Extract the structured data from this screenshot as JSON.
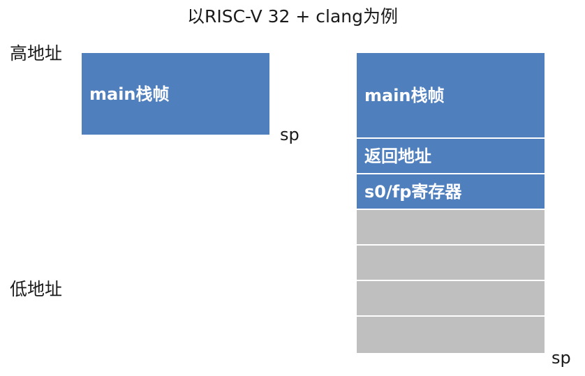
{
  "title": "以RISC-V 32 + clang为例",
  "labels": {
    "high_address": "高地址",
    "low_address": "低地址"
  },
  "left_stack": {
    "blocks": [
      {
        "label": "main栈帧",
        "color": "#4f7fbd"
      }
    ],
    "sp_label": "sp"
  },
  "right_stack": {
    "blocks": [
      {
        "label": "main栈帧",
        "color": "#4f7fbd"
      },
      {
        "label": "返回地址",
        "color": "#4f7fbd"
      },
      {
        "label": "s0/fp寄存器",
        "color": "#4f7fbd"
      },
      {
        "label": "",
        "color": "#bfbfbf"
      },
      {
        "label": "",
        "color": "#bfbfbf"
      },
      {
        "label": "",
        "color": "#bfbfbf"
      },
      {
        "label": "",
        "color": "#bfbfbf"
      }
    ],
    "sp_label": "sp"
  }
}
